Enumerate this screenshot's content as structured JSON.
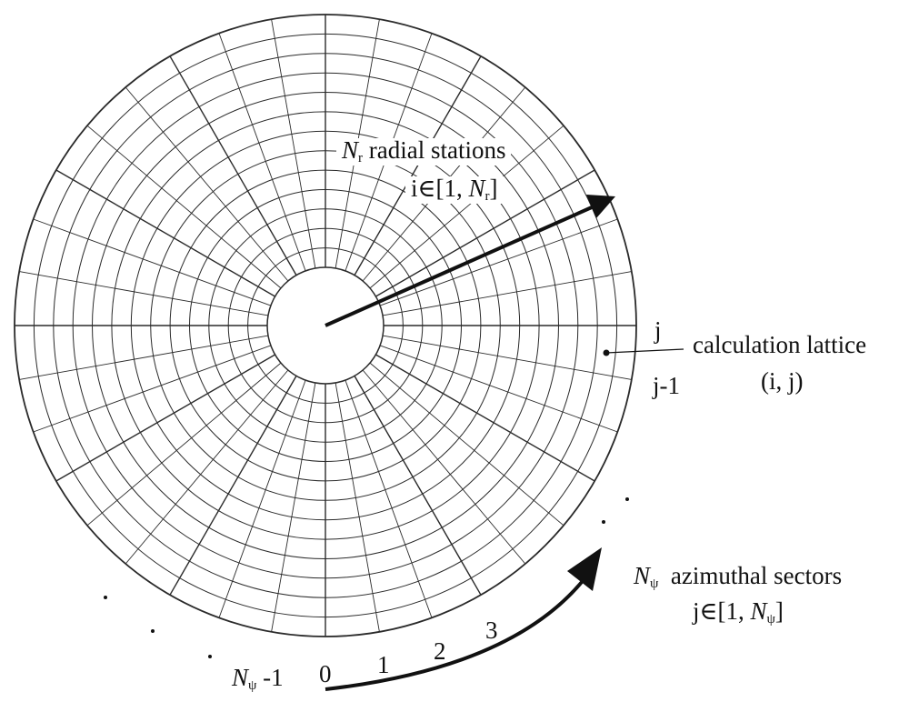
{
  "diagram": {
    "radial_annotation": {
      "symbol": "N",
      "subscript": "r",
      "text": "radial stations",
      "range_prefix": "i∈[1, ",
      "range_symbol": "N",
      "range_subscript": "r",
      "range_suffix": "]"
    },
    "azimuthal_annotation": {
      "symbol": "N",
      "subscript": "ψ",
      "text": "azimuthal sectors",
      "range_prefix": "j∈[1, ",
      "range_symbol": "N",
      "range_subscript": "ψ",
      "range_suffix": "]"
    },
    "lattice_annotation": {
      "line1": "calculation lattice",
      "line2": "(i, j)"
    },
    "sector_boundaries": {
      "upper": "j",
      "lower": "j-1"
    },
    "sector_indices": {
      "last_symbol": "N",
      "last_subscript": "ψ",
      "last_suffix": " -1",
      "first": [
        "0",
        "1",
        "2",
        "3"
      ]
    },
    "colors": {
      "ink": "#111111",
      "grid": "#2a2a2a",
      "background": "#ffffff"
    }
  }
}
